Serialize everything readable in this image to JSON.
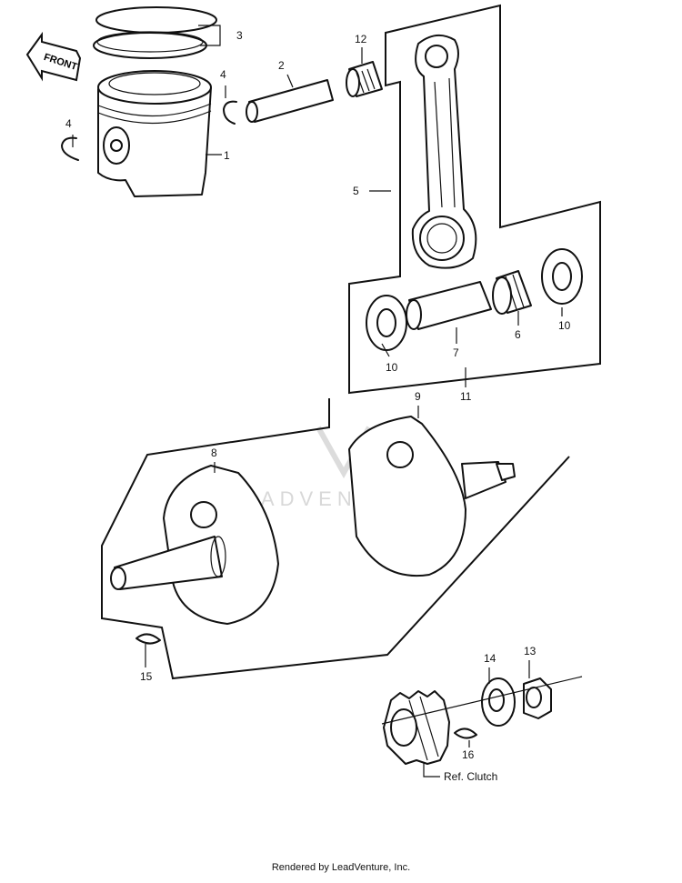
{
  "front_arrow": {
    "label": "FRONT"
  },
  "watermark": "LEADVENTURE",
  "callouts": [
    {
      "id": "1",
      "text": "1"
    },
    {
      "id": "2",
      "text": "2"
    },
    {
      "id": "3",
      "text": "3"
    },
    {
      "id": "4a",
      "text": "4"
    },
    {
      "id": "4b",
      "text": "4"
    },
    {
      "id": "5",
      "text": "5"
    },
    {
      "id": "6",
      "text": "6"
    },
    {
      "id": "7",
      "text": "7"
    },
    {
      "id": "8",
      "text": "8"
    },
    {
      "id": "9",
      "text": "9"
    },
    {
      "id": "10a",
      "text": "10"
    },
    {
      "id": "10b",
      "text": "10"
    },
    {
      "id": "11",
      "text": "11"
    },
    {
      "id": "12",
      "text": "12"
    },
    {
      "id": "13",
      "text": "13"
    },
    {
      "id": "14",
      "text": "14"
    },
    {
      "id": "15",
      "text": "15"
    },
    {
      "id": "16",
      "text": "16"
    }
  ],
  "ref_label": "Ref. Clutch",
  "footer": "Rendered by LeadVenture, Inc."
}
